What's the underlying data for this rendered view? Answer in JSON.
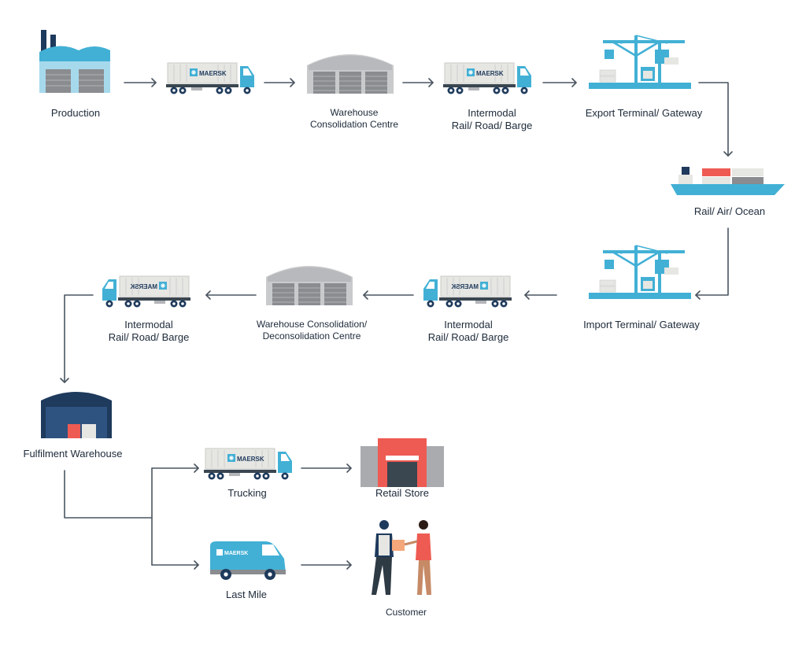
{
  "colors": {
    "accent": "#42b0d5",
    "navy": "#1e3a5c",
    "connector": "#4a5560",
    "warehouse_grey": "#a9abae",
    "retail_red": "#ee5b53"
  },
  "brand": "MAERSK",
  "steps": {
    "production": {
      "label": "Production",
      "icon": "factory-icon"
    },
    "warehouse_consolidation": {
      "line1": "Warehouse",
      "line2": "Consolidation Centre",
      "icon": "warehouse-icon"
    },
    "intermodal_1": {
      "line1": "Intermodal",
      "line2": "Rail/ Road/ Barge",
      "icon": "truck-icon"
    },
    "export_terminal": {
      "label": "Export Terminal/ Gateway",
      "icon": "port-crane-icon"
    },
    "ocean": {
      "label": "Rail/ Air/ Ocean",
      "icon": "container-ship-icon"
    },
    "import_terminal": {
      "label": "Import Terminal/ Gateway",
      "icon": "port-crane-icon"
    },
    "intermodal_2": {
      "line1": "Intermodal",
      "line2": "Rail/ Road/ Barge",
      "icon": "truck-icon"
    },
    "warehouse_deconsolidation": {
      "line1": "Warehouse Consolidation/",
      "line2": "Deconsolidation Centre",
      "icon": "warehouse-icon"
    },
    "intermodal_3": {
      "line1": "Intermodal",
      "line2": "Rail/ Road/ Barge",
      "icon": "truck-icon"
    },
    "fulfilment_warehouse": {
      "label": "Fulfilment Warehouse",
      "icon": "fulfilment-warehouse-icon"
    },
    "trucking": {
      "label": "Trucking",
      "icon": "truck-icon"
    },
    "retail_store": {
      "label": "Retail Store",
      "icon": "store-icon"
    },
    "last_mile": {
      "label": "Last Mile",
      "icon": "van-icon"
    },
    "customer": {
      "label": "Customer",
      "icon": "handover-people-icon"
    }
  }
}
